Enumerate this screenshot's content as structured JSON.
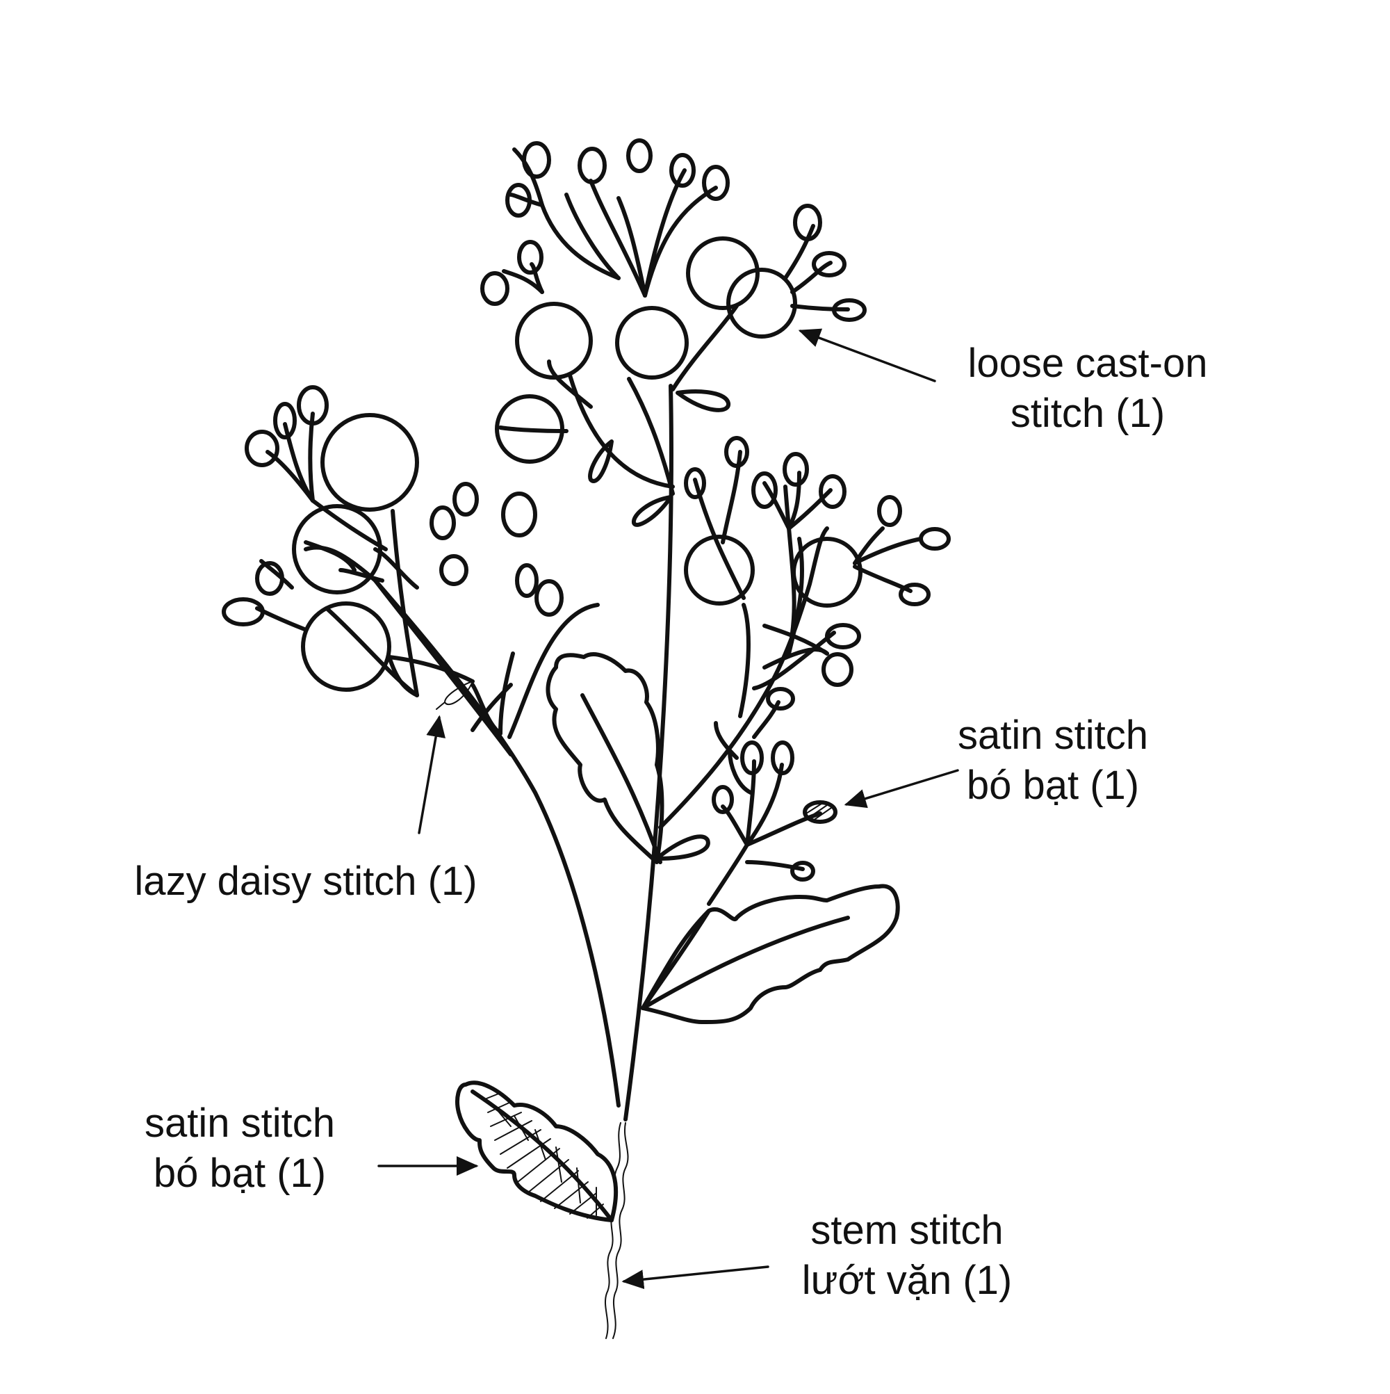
{
  "labels": {
    "loose_cast_on": {
      "line1": "loose cast-on",
      "line2": "stitch (1)"
    },
    "satin_right": {
      "line1": "satin stitch",
      "line2": "bó bạt (1)"
    },
    "lazy_daisy": {
      "line1": "lazy daisy stitch (1)"
    },
    "satin_left": {
      "line1": "satin stitch",
      "line2": "bó bạt (1)"
    },
    "stem": {
      "line1": "stem stitch",
      "line2": "lướt vặn (1)"
    }
  },
  "colors": {
    "ink": "#111111",
    "background": "#ffffff"
  }
}
